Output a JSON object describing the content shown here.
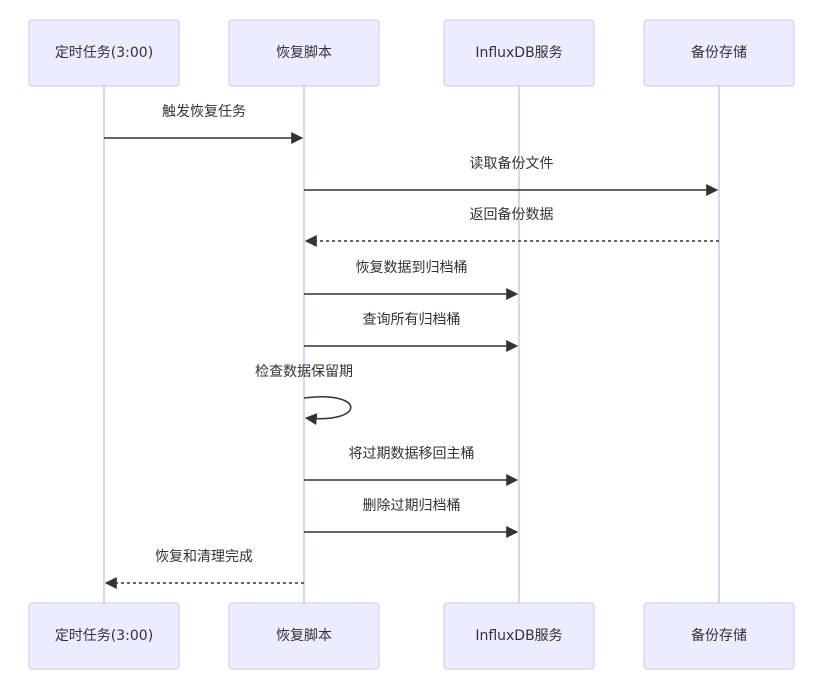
{
  "participants": [
    {
      "id": "cron",
      "label": "定时任务(3:00)"
    },
    {
      "id": "script",
      "label": "恢复脚本"
    },
    {
      "id": "influx",
      "label": "InfluxDB服务"
    },
    {
      "id": "backup",
      "label": "备份存储"
    }
  ],
  "messages": [
    {
      "from": "cron",
      "to": "script",
      "label": "触发恢复任务",
      "style": "solid"
    },
    {
      "from": "script",
      "to": "backup",
      "label": "读取备份文件",
      "style": "solid"
    },
    {
      "from": "backup",
      "to": "script",
      "label": "返回备份数据",
      "style": "dashed"
    },
    {
      "from": "script",
      "to": "influx",
      "label": "恢复数据到归档桶",
      "style": "solid"
    },
    {
      "from": "script",
      "to": "influx",
      "label": "查询所有归档桶",
      "style": "solid"
    },
    {
      "from": "script",
      "to": "script",
      "label": "检查数据保留期",
      "style": "solid"
    },
    {
      "from": "script",
      "to": "influx",
      "label": "将过期数据移回主桶",
      "style": "solid"
    },
    {
      "from": "script",
      "to": "influx",
      "label": "删除过期归档桶",
      "style": "solid"
    },
    {
      "from": "script",
      "to": "cron",
      "label": "恢复和清理完成",
      "style": "dashed"
    }
  ]
}
